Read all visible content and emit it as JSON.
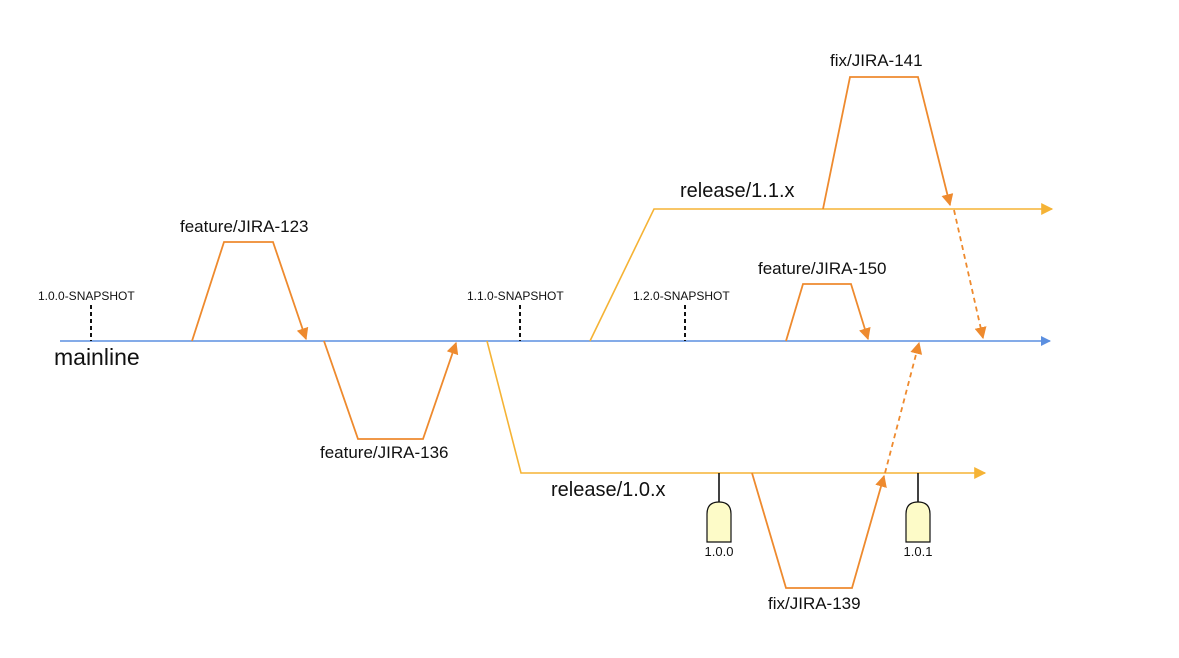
{
  "colors": {
    "mainline": "#5b8fe0",
    "branch": "#ee8a2e",
    "release": "#f5b335",
    "marker": "#111111",
    "tag_fill": "#fdfbc8",
    "tag_stroke": "#111111"
  },
  "labels": {
    "mainline": "mainline",
    "release_1_1_x": "release/1.1.x",
    "release_1_0_x": "release/1.0.x",
    "feature_jira_123": "feature/JIRA-123",
    "feature_jira_136": "feature/JIRA-136",
    "feature_jira_150": "feature/JIRA-150",
    "fix_jira_141": "fix/JIRA-141",
    "fix_jira_139": "fix/JIRA-139"
  },
  "snapshots": [
    "1.0.0-SNAPSHOT",
    "1.1.0-SNAPSHOT",
    "1.2.0-SNAPSHOT"
  ],
  "tags": [
    "1.0.0",
    "1.0.1"
  ]
}
